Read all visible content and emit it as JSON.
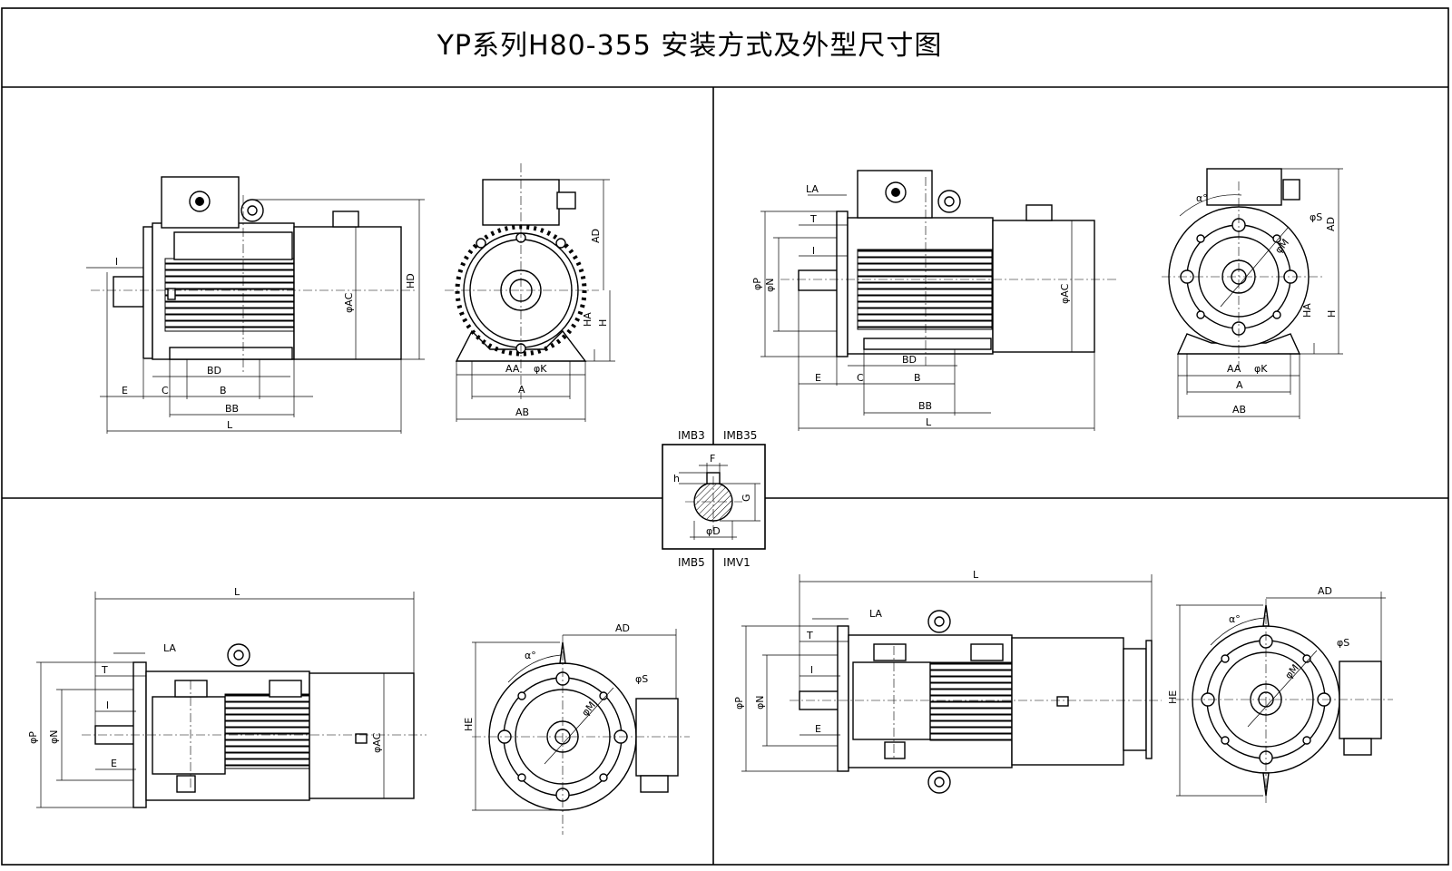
{
  "title": "YP系列H80-355 安装方式及外型尺寸图",
  "mounting_labels": {
    "top_left": "IMB3",
    "top_right": "IMB35",
    "bottom_left": "IMB5",
    "bottom_right": "IMV1"
  },
  "shaft_section": {
    "F": "F",
    "h": "h",
    "G": "G",
    "D": "φD"
  },
  "imb3": {
    "side": {
      "l": "l",
      "BD": "BD",
      "E": "E",
      "C": "C",
      "B": "B",
      "BB": "BB",
      "L": "L",
      "AC": "φAC",
      "HD": "HD"
    },
    "end": {
      "AD": "AD",
      "H": "H",
      "HA": "HA",
      "AA": "AA",
      "K": "φK",
      "A": "A",
      "AB": "AB"
    }
  },
  "imb35": {
    "side": {
      "LA": "LA",
      "T": "T",
      "l": "l",
      "P": "φP",
      "N": "φN",
      "AC": "φAC",
      "BD": "BD",
      "E": "E",
      "C": "C",
      "B": "B",
      "BB": "BB",
      "L": "L"
    },
    "end": {
      "alpha": "α°",
      "S": "φS",
      "M": "φM",
      "AD": "AD",
      "HA": "HA",
      "H": "H",
      "AA": "AA",
      "K": "φK",
      "A": "A",
      "AB": "AB"
    }
  },
  "imb5": {
    "side": {
      "L": "L",
      "LA": "LA",
      "T": "T",
      "l": "l",
      "P": "φP",
      "N": "φN",
      "E": "E",
      "AC": "φAC"
    },
    "end": {
      "AD": "AD",
      "alpha": "α°",
      "S": "φS",
      "M": "φM",
      "HE": "HE"
    }
  },
  "imv1": {
    "side": {
      "L": "L",
      "LA": "LA",
      "T": "T",
      "l": "l",
      "P": "φP",
      "N": "φN",
      "E": "E"
    },
    "end": {
      "AD": "AD",
      "alpha": "α°",
      "S": "φS",
      "M": "φM",
      "HE": "HE"
    }
  }
}
